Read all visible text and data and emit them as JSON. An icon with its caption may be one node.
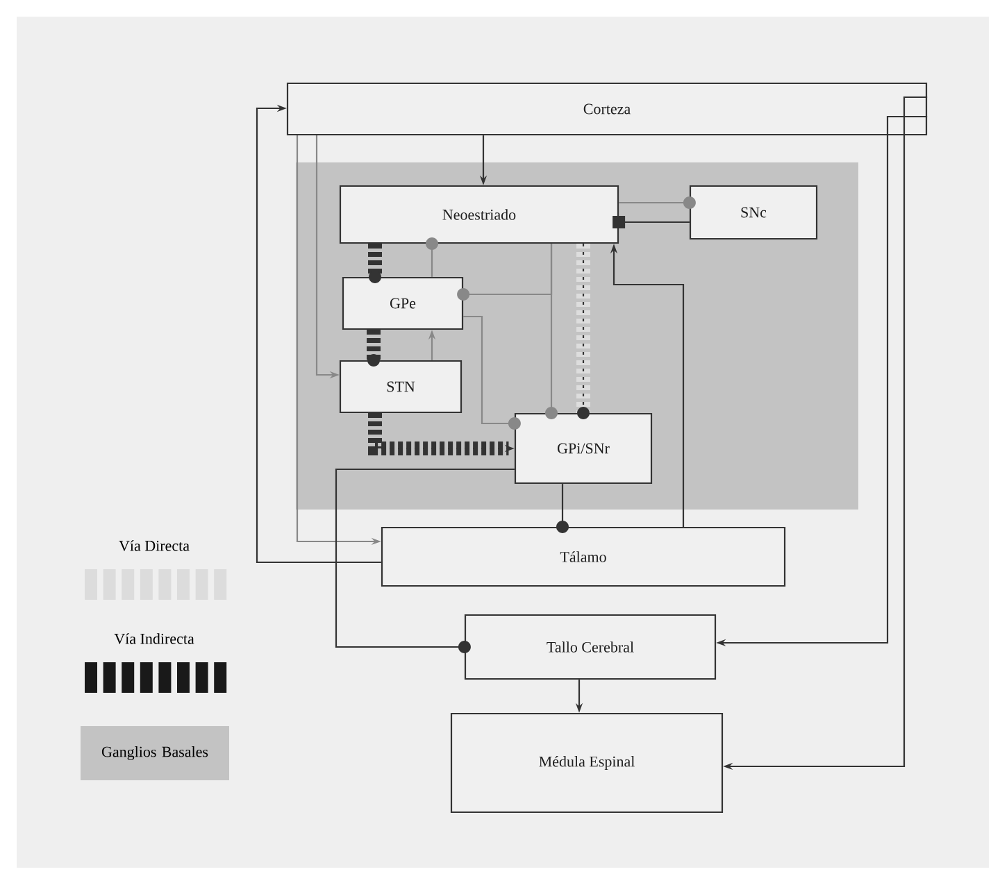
{
  "diagram": {
    "nodes": [
      {
        "text": [
          "Corteza"
        ]
      },
      {
        "text": [],
        "shape": "box"
      },
      {
        "text": [
          "Neoestriado"
        ],
        "in": 1
      },
      {
        "text": [
          "SNc"
        ],
        "in": 1
      },
      {
        "text": [
          "GPe"
        ],
        "in": 1
      },
      {
        "text": [
          "STN"
        ],
        "in": 1
      },
      {
        "text": [
          "GPi/SNr"
        ],
        "in": 1
      },
      {
        "text": [
          "Tálamo"
        ]
      },
      {
        "text": [
          "Tallo Cerebral"
        ]
      },
      {
        "text": [
          "Médula Espinal"
        ]
      }
    ],
    "edges": [
      {
        "from": 0,
        "to": 2,
        "arrow": "to"
      },
      {
        "from": 0,
        "to": 5,
        "arrow": "to",
        "color": "#888888"
      },
      {
        "from": 0,
        "to": 7,
        "arrow": "to",
        "color": "#888888"
      },
      {
        "from": 7,
        "to": 0,
        "arrow": "to"
      },
      {
        "from": 0,
        "to": 8,
        "arrow": "to"
      },
      {
        "from": 0,
        "to": 9,
        "arrow": "to"
      },
      {
        "from": 2,
        "to": 4,
        "arrow": "other",
        "style": "dashed"
      },
      {
        "from": 4,
        "to": 5,
        "arrow": "other",
        "style": "dashed"
      },
      {
        "from": 5,
        "to": 6,
        "arrow": "to",
        "style": "dashed"
      },
      {
        "from": 5,
        "to": 4,
        "arrow": "to",
        "color": "#888888"
      },
      {
        "from": 4,
        "to": 6,
        "arrow": "other",
        "color": "#888888"
      },
      {
        "from": 4,
        "to": 2,
        "arrow": "other",
        "color": "#888888"
      },
      {
        "from": 2,
        "to": 4,
        "arrow": "other",
        "color": "#888888"
      },
      {
        "from": 2,
        "to": 6,
        "arrow": "other",
        "color": "#888888"
      },
      {
        "from": 2,
        "to": 6,
        "arrow": "other",
        "style": "dashed",
        "color": "#dddddd"
      },
      {
        "from": 2,
        "to": 3,
        "arrow": "other",
        "color": "#888888"
      },
      {
        "from": 3,
        "to": 2,
        "arrow": "other"
      },
      {
        "from": 7,
        "to": 2,
        "arrow": "to"
      },
      {
        "from": 6,
        "to": 7,
        "arrow": "other"
      },
      {
        "from": 6,
        "to": 8,
        "arrow": "other"
      },
      {
        "from": 8,
        "to": 9,
        "arrow": "to"
      }
    ],
    "legend": [
      {
        "text": "Vía Directa"
      },
      {
        "text": "Vía Indirecta"
      },
      {
        "text": "Ganglios Basales",
        "color": "#c3c3c3"
      }
    ]
  }
}
